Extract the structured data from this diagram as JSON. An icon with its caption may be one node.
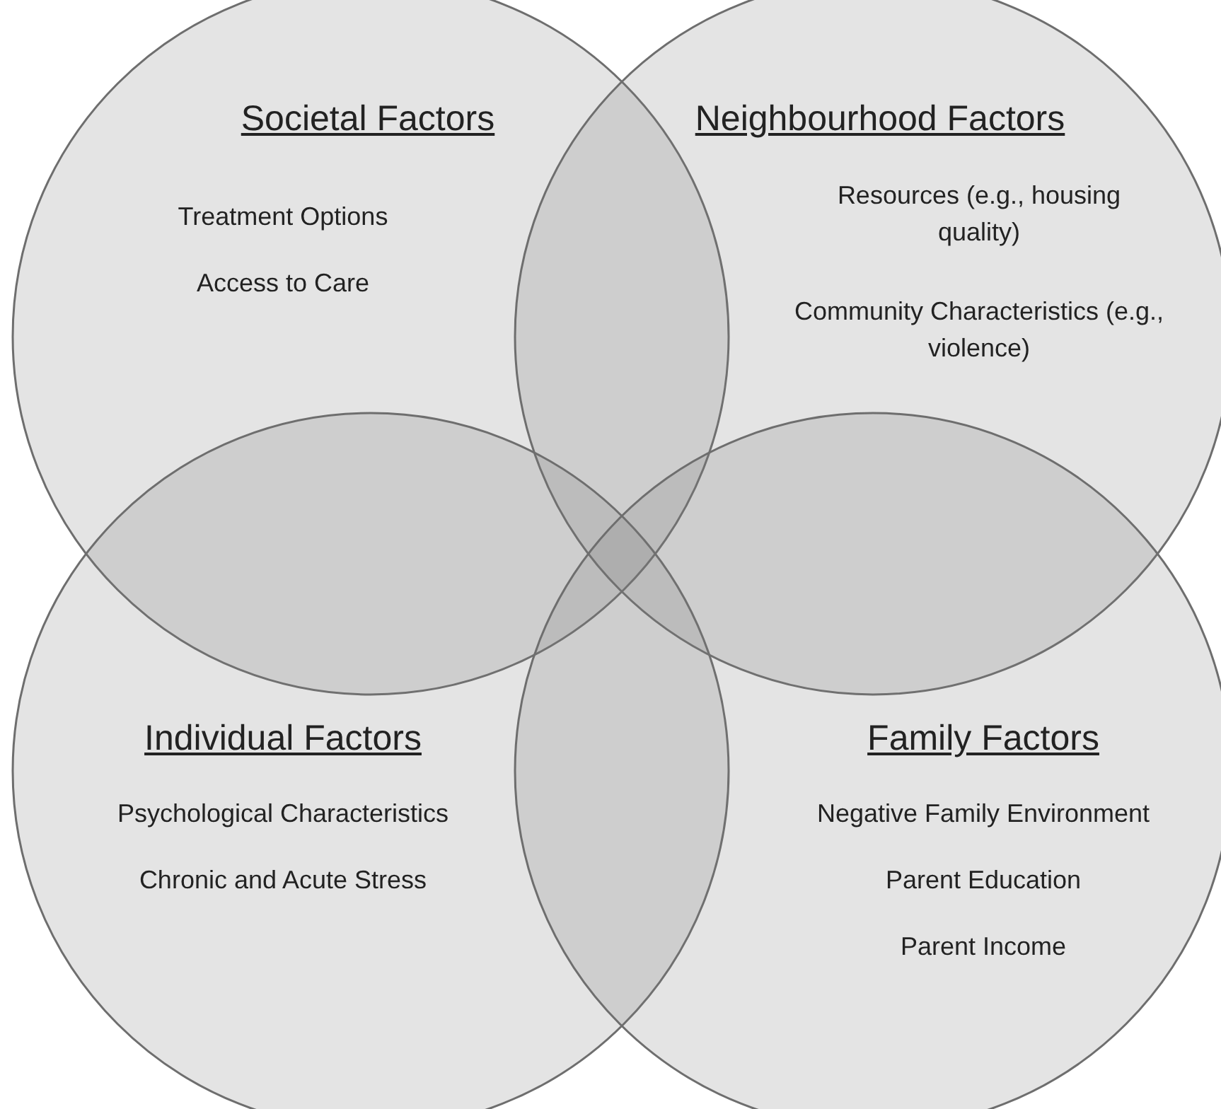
{
  "diagram": {
    "nodes": [
      {
        "text": [
          "Societal Factors",
          "Treatment Options",
          "Access to Care"
        ]
      },
      {
        "text": [
          "Neighbourhood Factors",
          "Resources (e.g., housing quality)",
          "Community Characteristics (e.g., violence)"
        ]
      },
      {
        "text": [
          "Individual Factors",
          "Psychological Characteristics",
          "Chronic and Acute Stress"
        ]
      },
      {
        "text": [
          "Family Factors",
          "Negative Family Environment",
          "Parent Education",
          "Parent Income"
        ]
      }
    ]
  }
}
